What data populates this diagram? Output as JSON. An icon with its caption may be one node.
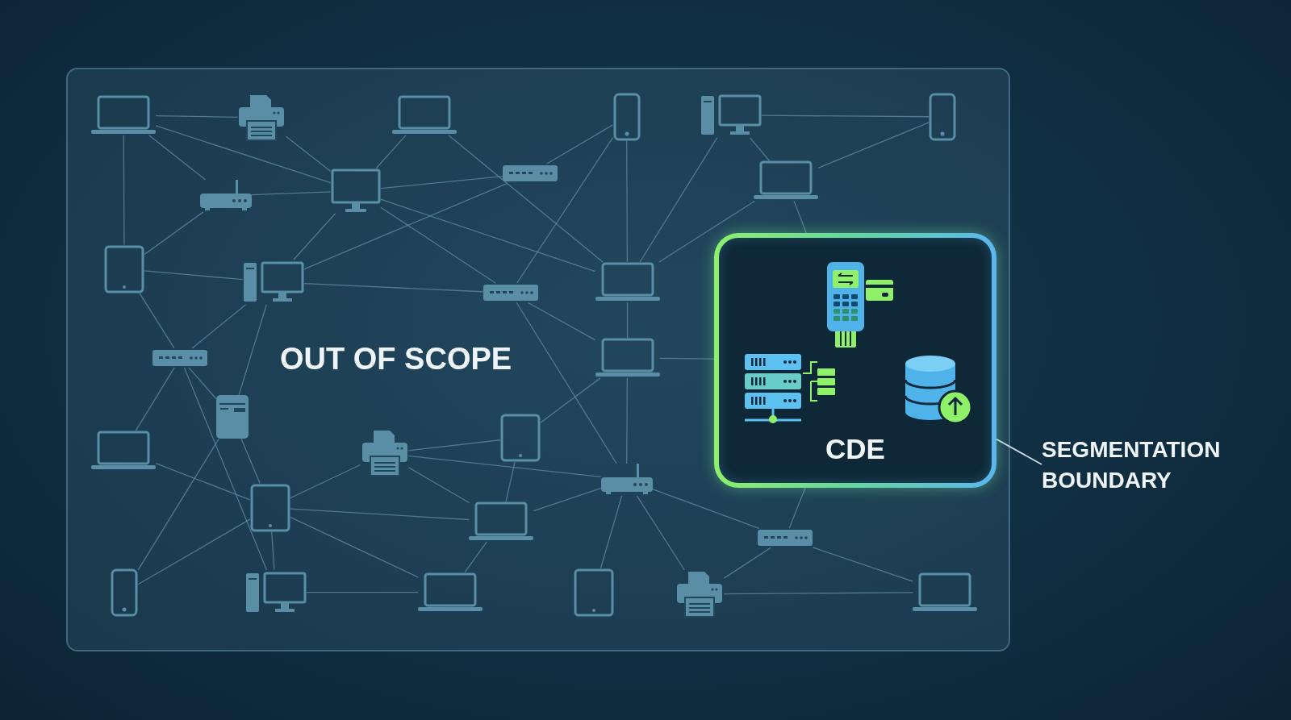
{
  "diagram": {
    "nodes": [
      {
        "text": [
          "OUT OF SCOPE"
        ]
      },
      {
        "text": [],
        "shape": "laptop",
        "in": 0
      },
      {
        "text": [],
        "shape": "printer",
        "in": 0
      },
      {
        "text": [],
        "shape": "laptop",
        "in": 0
      },
      {
        "text": [],
        "shape": "phone",
        "in": 0
      },
      {
        "text": [],
        "shape": "computer",
        "in": 0
      },
      {
        "text": [],
        "shape": "phone",
        "in": 0
      },
      {
        "text": [],
        "shape": "switch",
        "in": 0
      },
      {
        "text": [],
        "shape": "monitor",
        "in": 0
      },
      {
        "text": [],
        "shape": "router",
        "in": 0
      },
      {
        "text": [],
        "shape": "laptop",
        "in": 0
      },
      {
        "text": [
          "CDE"
        ],
        "in": 0
      },
      {
        "text": [],
        "shape": "tablet",
        "in": 0
      },
      {
        "text": [],
        "shape": "computer",
        "in": 0
      },
      {
        "text": [],
        "shape": "switch",
        "in": 0
      },
      {
        "text": [],
        "shape": "laptop",
        "in": 0
      },
      {
        "text": [],
        "shape": "switch",
        "in": 0
      },
      {
        "text": [],
        "shape": "laptop",
        "in": 0
      },
      {
        "text": [],
        "shape": "server",
        "in": 0
      },
      {
        "text": [],
        "shape": "tablet",
        "in": 0
      },
      {
        "text": [],
        "shape": "laptop",
        "in": 0
      },
      {
        "text": [],
        "shape": "printer",
        "in": 0
      },
      {
        "text": [],
        "shape": "router",
        "in": 0
      },
      {
        "text": [],
        "shape": "tablet",
        "in": 0
      },
      {
        "text": [],
        "shape": "laptop",
        "in": 0
      },
      {
        "text": [],
        "shape": "switch",
        "in": 0
      },
      {
        "text": [],
        "shape": "phone",
        "in": 0
      },
      {
        "text": [],
        "shape": "computer",
        "in": 0
      },
      {
        "text": [],
        "shape": "laptop",
        "in": 0
      },
      {
        "text": [],
        "shape": "tablet",
        "in": 0
      },
      {
        "text": [],
        "shape": "printer",
        "in": 0
      },
      {
        "text": [],
        "shape": "laptop",
        "in": 0
      },
      {
        "text": [
          "SEGMENTATION BOUNDARY"
        ]
      }
    ],
    "edges": [
      {
        "from": 1,
        "to": 2,
        "arrow": "none"
      },
      {
        "from": 1,
        "to": 8,
        "arrow": "none"
      },
      {
        "from": 1,
        "to": 9,
        "arrow": "none"
      },
      {
        "from": 1,
        "to": 12,
        "arrow": "none"
      },
      {
        "from": 2,
        "to": 8,
        "arrow": "none"
      },
      {
        "from": 3,
        "to": 8,
        "arrow": "none"
      },
      {
        "from": 3,
        "to": 15,
        "arrow": "none"
      },
      {
        "from": 4,
        "to": 7,
        "arrow": "none"
      },
      {
        "from": 4,
        "to": 14,
        "arrow": "none"
      },
      {
        "from": 4,
        "to": 15,
        "arrow": "none"
      },
      {
        "from": 9,
        "to": 8,
        "arrow": "none"
      },
      {
        "from": 9,
        "to": 12,
        "arrow": "none"
      },
      {
        "from": 8,
        "to": 7,
        "arrow": "none"
      },
      {
        "from": 8,
        "to": 13,
        "arrow": "none"
      },
      {
        "from": 8,
        "to": 14,
        "arrow": "none"
      },
      {
        "from": 8,
        "to": 15,
        "arrow": "none"
      },
      {
        "from": 7,
        "to": 13,
        "arrow": "none"
      },
      {
        "from": 12,
        "to": 13,
        "arrow": "none"
      },
      {
        "from": 12,
        "to": 16,
        "arrow": "none"
      },
      {
        "from": 13,
        "to": 16,
        "arrow": "none"
      },
      {
        "from": 13,
        "to": 18,
        "arrow": "none"
      },
      {
        "from": 13,
        "to": 14,
        "arrow": "none"
      },
      {
        "from": 14,
        "to": 22,
        "arrow": "none"
      },
      {
        "from": 14,
        "to": 17,
        "arrow": "none"
      },
      {
        "from": 15,
        "to": 17,
        "arrow": "none"
      },
      {
        "from": 5,
        "to": 15,
        "arrow": "none"
      },
      {
        "from": 10,
        "to": 15,
        "arrow": "none"
      },
      {
        "from": 5,
        "to": 6,
        "arrow": "none"
      },
      {
        "from": 5,
        "to": 10,
        "arrow": "none"
      },
      {
        "from": 10,
        "to": 6,
        "arrow": "none"
      },
      {
        "from": 10,
        "to": 11,
        "arrow": "none"
      },
      {
        "from": 17,
        "to": 11,
        "arrow": "none"
      },
      {
        "from": 25,
        "to": 11,
        "arrow": "none"
      },
      {
        "from": 16,
        "to": 20,
        "arrow": "none"
      },
      {
        "from": 16,
        "to": 18,
        "arrow": "none"
      },
      {
        "from": 16,
        "to": 27,
        "arrow": "none"
      },
      {
        "from": 18,
        "to": 23,
        "arrow": "none"
      },
      {
        "from": 18,
        "to": 26,
        "arrow": "none"
      },
      {
        "from": 20,
        "to": 23,
        "arrow": "none"
      },
      {
        "from": 26,
        "to": 23,
        "arrow": "none"
      },
      {
        "from": 23,
        "to": 21,
        "arrow": "none"
      },
      {
        "from": 23,
        "to": 24,
        "arrow": "none"
      },
      {
        "from": 23,
        "to": 28,
        "arrow": "none"
      },
      {
        "from": 23,
        "to": 27,
        "arrow": "none"
      },
      {
        "from": 27,
        "to": 28,
        "arrow": "none"
      },
      {
        "from": 21,
        "to": 19,
        "arrow": "none"
      },
      {
        "from": 21,
        "to": 22,
        "arrow": "none"
      },
      {
        "from": 21,
        "to": 24,
        "arrow": "none"
      },
      {
        "from": 19,
        "to": 24,
        "arrow": "none"
      },
      {
        "from": 19,
        "to": 17,
        "arrow": "none"
      },
      {
        "from": 24,
        "to": 22,
        "arrow": "none"
      },
      {
        "from": 24,
        "to": 28,
        "arrow": "none"
      },
      {
        "from": 22,
        "to": 17,
        "arrow": "none"
      },
      {
        "from": 22,
        "to": 25,
        "arrow": "none"
      },
      {
        "from": 22,
        "to": 30,
        "arrow": "none"
      },
      {
        "from": 22,
        "to": 29,
        "arrow": "none"
      },
      {
        "from": 25,
        "to": 30,
        "arrow": "none"
      },
      {
        "from": 25,
        "to": 31,
        "arrow": "none"
      },
      {
        "from": 30,
        "to": 31,
        "arrow": "none"
      },
      {
        "from": 32,
        "to": 11,
        "arrow": "none",
        "color": "#c9dbe4"
      }
    ]
  }
}
